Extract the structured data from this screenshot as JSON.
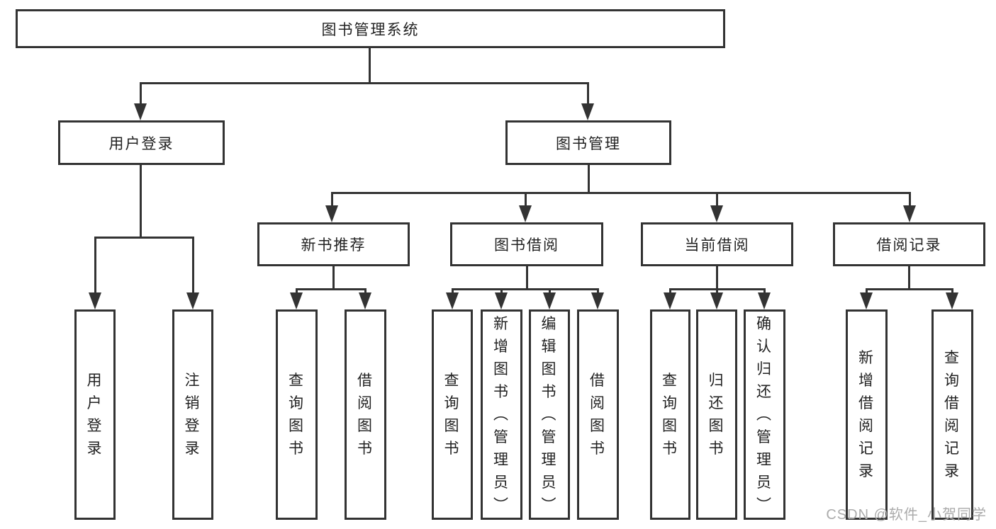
{
  "colors": {
    "line": "#333333",
    "box_border": "#333333",
    "text": "#222222",
    "background": "#ffffff",
    "watermark": "#ababab"
  },
  "tree": {
    "label": "图书管理系统",
    "children": [
      {
        "label": "用户登录",
        "children": [
          {
            "label": "用户登录"
          },
          {
            "label": "注销登录"
          }
        ]
      },
      {
        "label": "图书管理",
        "children": [
          {
            "label": "新书推荐",
            "children": [
              {
                "label": "查询图书"
              },
              {
                "label": "借阅图书"
              }
            ]
          },
          {
            "label": "图书借阅",
            "children": [
              {
                "label": "查询图书"
              },
              {
                "label": "新增图书（管理员）"
              },
              {
                "label": "编辑图书（管理员）"
              },
              {
                "label": "借阅图书"
              }
            ]
          },
          {
            "label": "当前借阅",
            "children": [
              {
                "label": "查询图书"
              },
              {
                "label": "归还图书"
              },
              {
                "label": "确认归还（管理员）"
              }
            ]
          },
          {
            "label": "借阅记录",
            "children": [
              {
                "label": "新增借阅记录"
              },
              {
                "label": "查询借阅记录"
              }
            ]
          }
        ]
      }
    ]
  },
  "watermark": {
    "text": "CSDN @软件_小贺同学"
  }
}
